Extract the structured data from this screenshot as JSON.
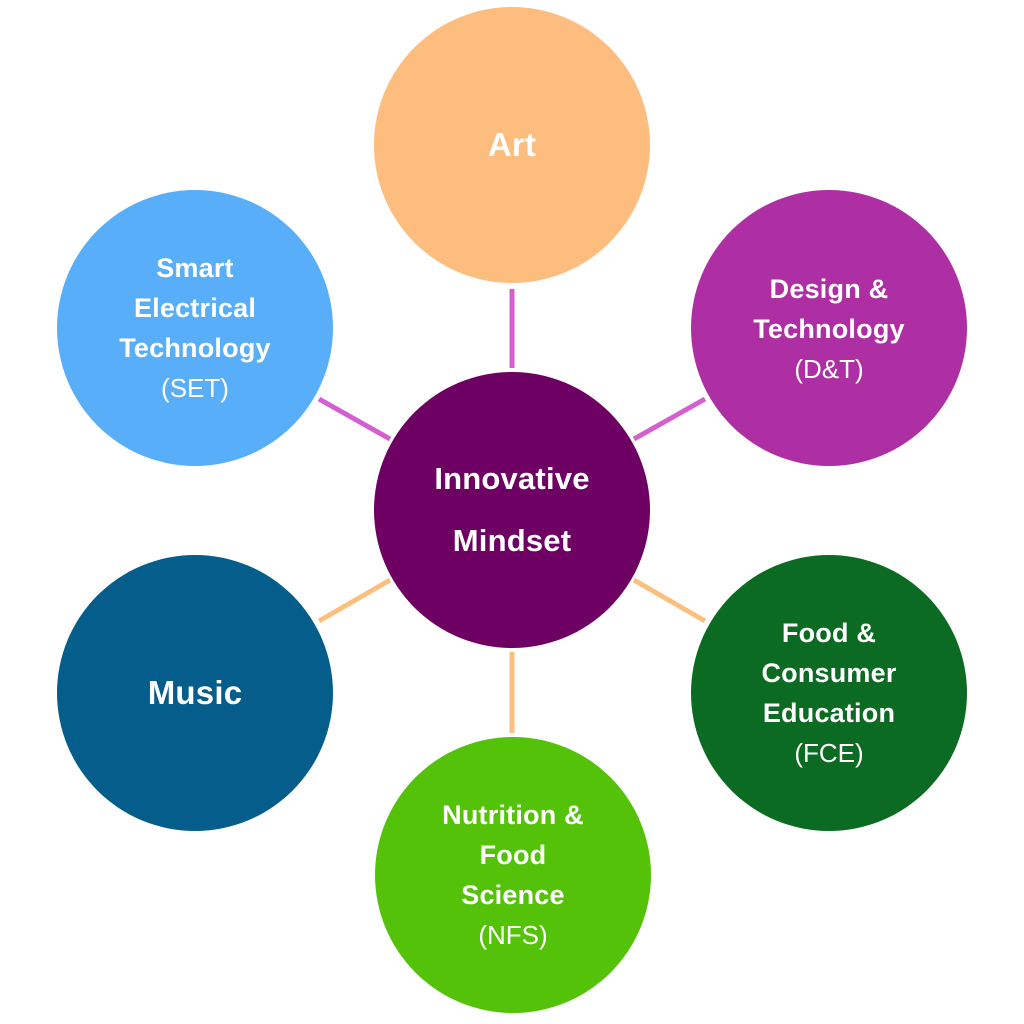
{
  "center": {
    "label_lines": [
      "Innovative",
      "Mindset"
    ],
    "color": "#6d0062"
  },
  "connector_colors": {
    "upper": "#d35fd0",
    "lower": "#fbc07f"
  },
  "nodes": [
    {
      "id": "art",
      "label_lines": [
        "Art"
      ],
      "abbreviation": "",
      "color": "#fdbd7e",
      "connector": "upper"
    },
    {
      "id": "dt",
      "label_lines": [
        "Design &",
        "Technology"
      ],
      "abbreviation": "(D&T)",
      "color": "#ad2fa3",
      "connector": "upper"
    },
    {
      "id": "fce",
      "label_lines": [
        "Food &",
        "Consumer",
        "Education"
      ],
      "abbreviation": "(FCE)",
      "color": "#0b6b22",
      "connector": "lower"
    },
    {
      "id": "nfs",
      "label_lines": [
        "Nutrition &",
        "Food",
        "Science"
      ],
      "abbreviation": "(NFS)",
      "color": "#55c20a",
      "connector": "lower"
    },
    {
      "id": "music",
      "label_lines": [
        "Music"
      ],
      "abbreviation": "",
      "color": "#045d8a",
      "connector": "lower"
    },
    {
      "id": "set",
      "label_lines": [
        "Smart",
        "Electrical",
        "Technology"
      ],
      "abbreviation": "(SET)",
      "color": "#58aef8",
      "connector": "upper"
    }
  ]
}
